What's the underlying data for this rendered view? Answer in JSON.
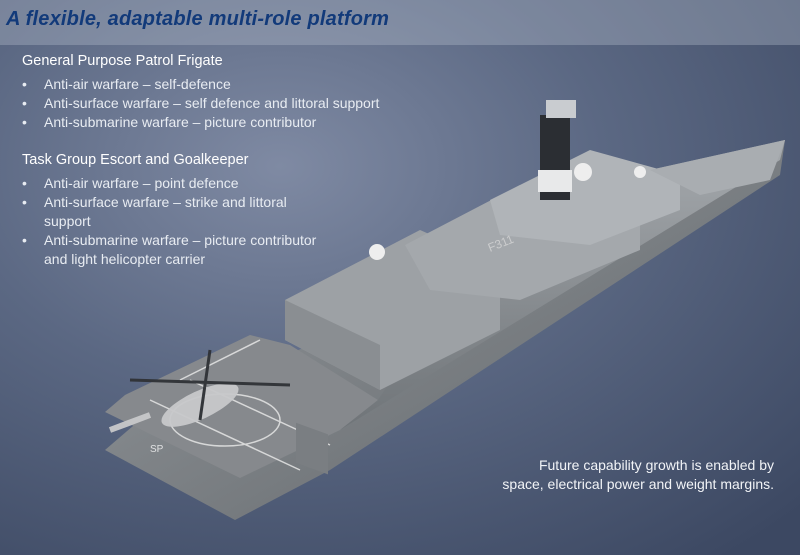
{
  "title": "A flexible, adaptable multi-role platform",
  "sections": [
    {
      "heading": "General Purpose Patrol Frigate",
      "bullets": [
        "Anti-air warfare – self-defence",
        "Anti-surface warfare – self defence and littoral support",
        "Anti-submarine warfare – picture contributor"
      ]
    },
    {
      "heading": "Task Group Escort and Goalkeeper",
      "bullets": [
        "Anti-air warfare – point defence",
        "Anti-surface warfare – strike and littoral support",
        "Anti-submarine warfare – picture contributor and light helicopter carrier"
      ]
    }
  ],
  "caption": "Future capability growth is enabled by space, electrical power and weight margins.",
  "colors": {
    "title": "#123a7a",
    "sea": "#4a5a74",
    "hull": "#8f9397",
    "deck": "#7d8185"
  },
  "image": {
    "subject": "frigate-render",
    "hull_markings": [
      "F311",
      "SP"
    ]
  }
}
